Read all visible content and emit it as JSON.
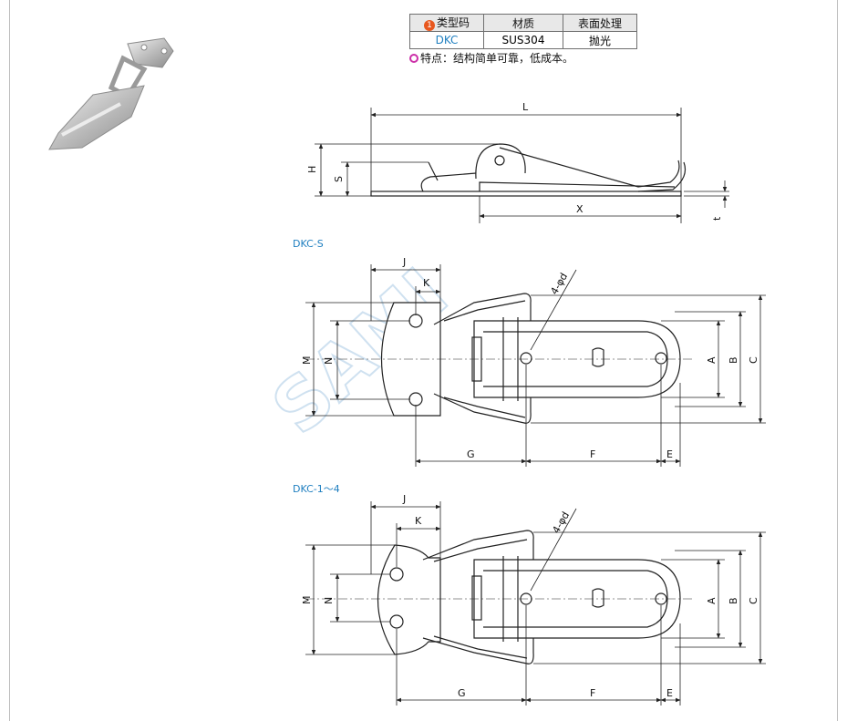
{
  "table": {
    "headers": {
      "type": "类型码",
      "material": "材质",
      "finish": "表面处理"
    },
    "badge": "1",
    "row": {
      "type": "DKC",
      "material": "SUS304",
      "finish": "抛光"
    }
  },
  "feature_text": "特点：结构简单可靠，低成本。",
  "views": {
    "side": {
      "L": "L",
      "H": "H",
      "S": "S",
      "X": "X",
      "t": "t"
    },
    "s_type": {
      "label": "DKC-S",
      "J": "J",
      "K": "K",
      "M": "M",
      "N": "N",
      "hole": "4-φd",
      "A": "A",
      "B": "B",
      "C": "C",
      "G": "G",
      "F": "F",
      "E": "E"
    },
    "n_type": {
      "label": "DKC-1～4",
      "J": "J",
      "K": "K",
      "M": "M",
      "N": "N",
      "hole": "4-φd",
      "A": "A",
      "B": "B",
      "C": "C",
      "G": "G",
      "F": "F",
      "E": "E"
    }
  },
  "colors": {
    "accent": "#1f7fc0",
    "badge": "#e8571e",
    "feature_dot": "#cc2fa8",
    "line": "#222222"
  }
}
